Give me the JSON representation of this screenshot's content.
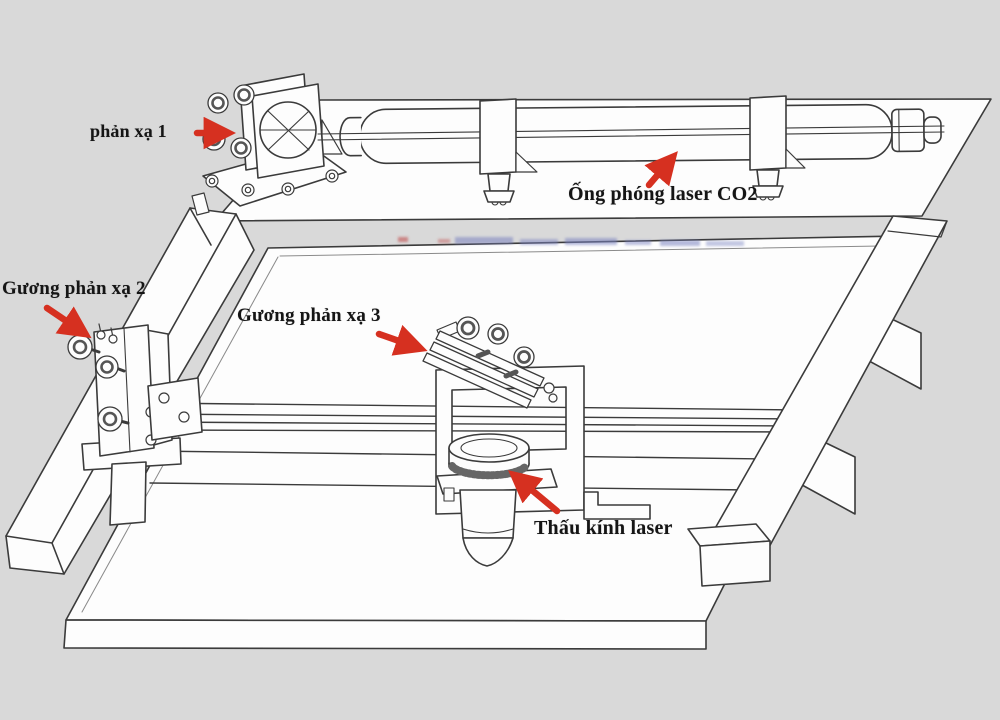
{
  "diagram": {
    "subject": "co2-laser-machine-optical-path",
    "background_color": "#d9d9d9",
    "line_color": "#3b3b3b",
    "arrow_color": "#d63020",
    "watermark_present": true,
    "labels": {
      "mirror1": "phản xạ 1",
      "tube": "Ống phóng laser CO2",
      "mirror2": "Gương phản xạ 2",
      "mirror3": "Gương phản xạ 3",
      "lens": "Thấu kính laser"
    }
  }
}
